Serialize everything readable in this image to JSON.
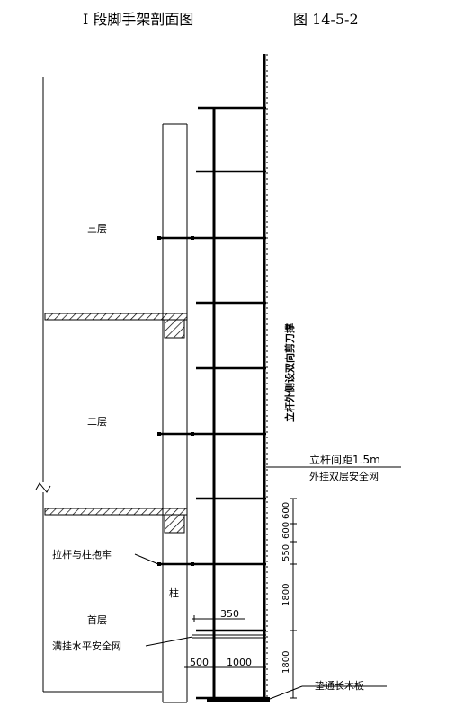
{
  "header": {
    "title": "I 段脚手架剖面图",
    "figure_no": "图 14-5-2"
  },
  "floors": {
    "third": "三层",
    "second": "二层",
    "first": "首层",
    "column": "柱"
  },
  "labels": {
    "bracing": "立杆外侧设双向剪刀撑",
    "pole_spacing": "立杆间距1.5m",
    "safety_net_outer": "外挂双层安全网",
    "tie_to_column": "拉杆与柱抱牢",
    "horizontal_net": "满挂水平安全网",
    "base_board": "垫通长木板"
  },
  "dimensions": {
    "d350": "350",
    "d500": "500",
    "d1000": "1000",
    "d600a": "600",
    "d600b": "600",
    "d550": "550",
    "d1800a": "1800",
    "d1800b": "1800"
  },
  "colors": {
    "line": "#000000",
    "background": "#ffffff"
  }
}
